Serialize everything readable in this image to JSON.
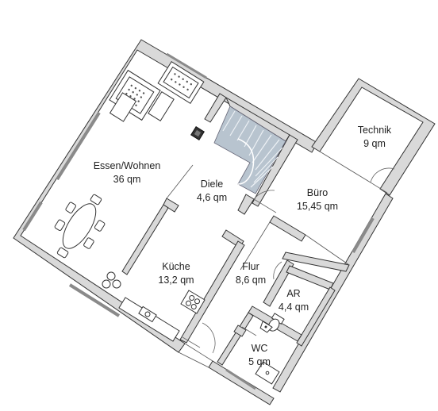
{
  "rooms": [
    {
      "id": "essen",
      "name": "Essen/Wohnen",
      "area": "36 qm"
    },
    {
      "id": "diele",
      "name": "Diele",
      "area": "4,6 qm"
    },
    {
      "id": "technik",
      "name": "Technik",
      "area": "9 qm"
    },
    {
      "id": "buero",
      "name": "Büro",
      "area": "15,45 qm"
    },
    {
      "id": "kueche",
      "name": "Küche",
      "area": "13,2 qm"
    },
    {
      "id": "flur",
      "name": "Flur",
      "area": "8,6 qm"
    },
    {
      "id": "ar",
      "name": "AR",
      "area": "4,4 qm"
    },
    {
      "id": "wc",
      "name": "WC",
      "area": "5 qm"
    }
  ],
  "colors": {
    "wall": "#444444",
    "wall_fill": "#d9d9d9",
    "stairs": "#b8c4cf",
    "window": "#7a7a7a"
  }
}
